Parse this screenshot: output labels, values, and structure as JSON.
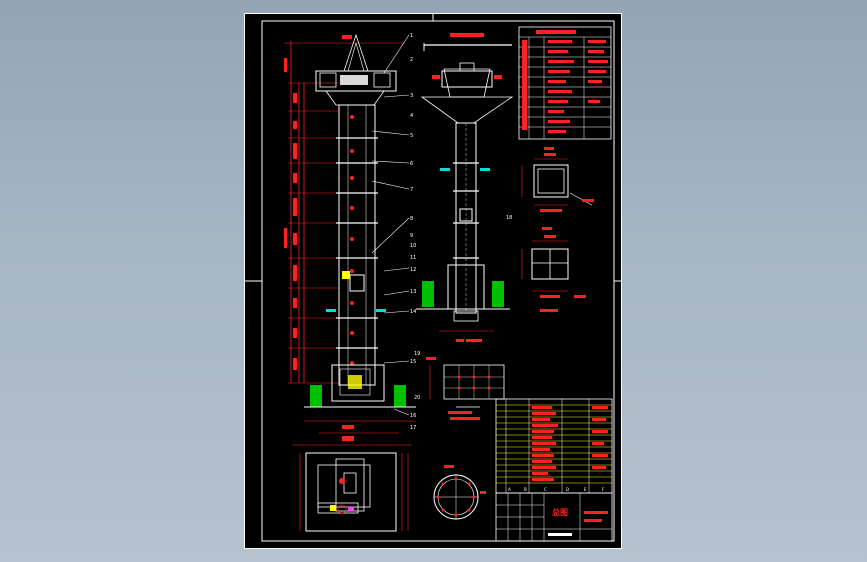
{
  "drawing": {
    "colors": {
      "background": "#000000",
      "frame": "#ffffff",
      "red": "#ff2020",
      "cyan": "#00e0e0",
      "yellow": "#ffff00",
      "green": "#00c000",
      "magenta": "#ff40ff"
    },
    "title_block": {
      "drawing_name": "总图"
    },
    "balloons": [
      "1",
      "2",
      "3",
      "4",
      "5",
      "6",
      "7",
      "8",
      "9",
      "10",
      "11",
      "12",
      "13",
      "14",
      "15",
      "16",
      "17",
      "18",
      "19",
      "20"
    ],
    "bottom_scale_labels": [
      "A",
      "B",
      "C",
      "D",
      "E",
      "F"
    ]
  }
}
